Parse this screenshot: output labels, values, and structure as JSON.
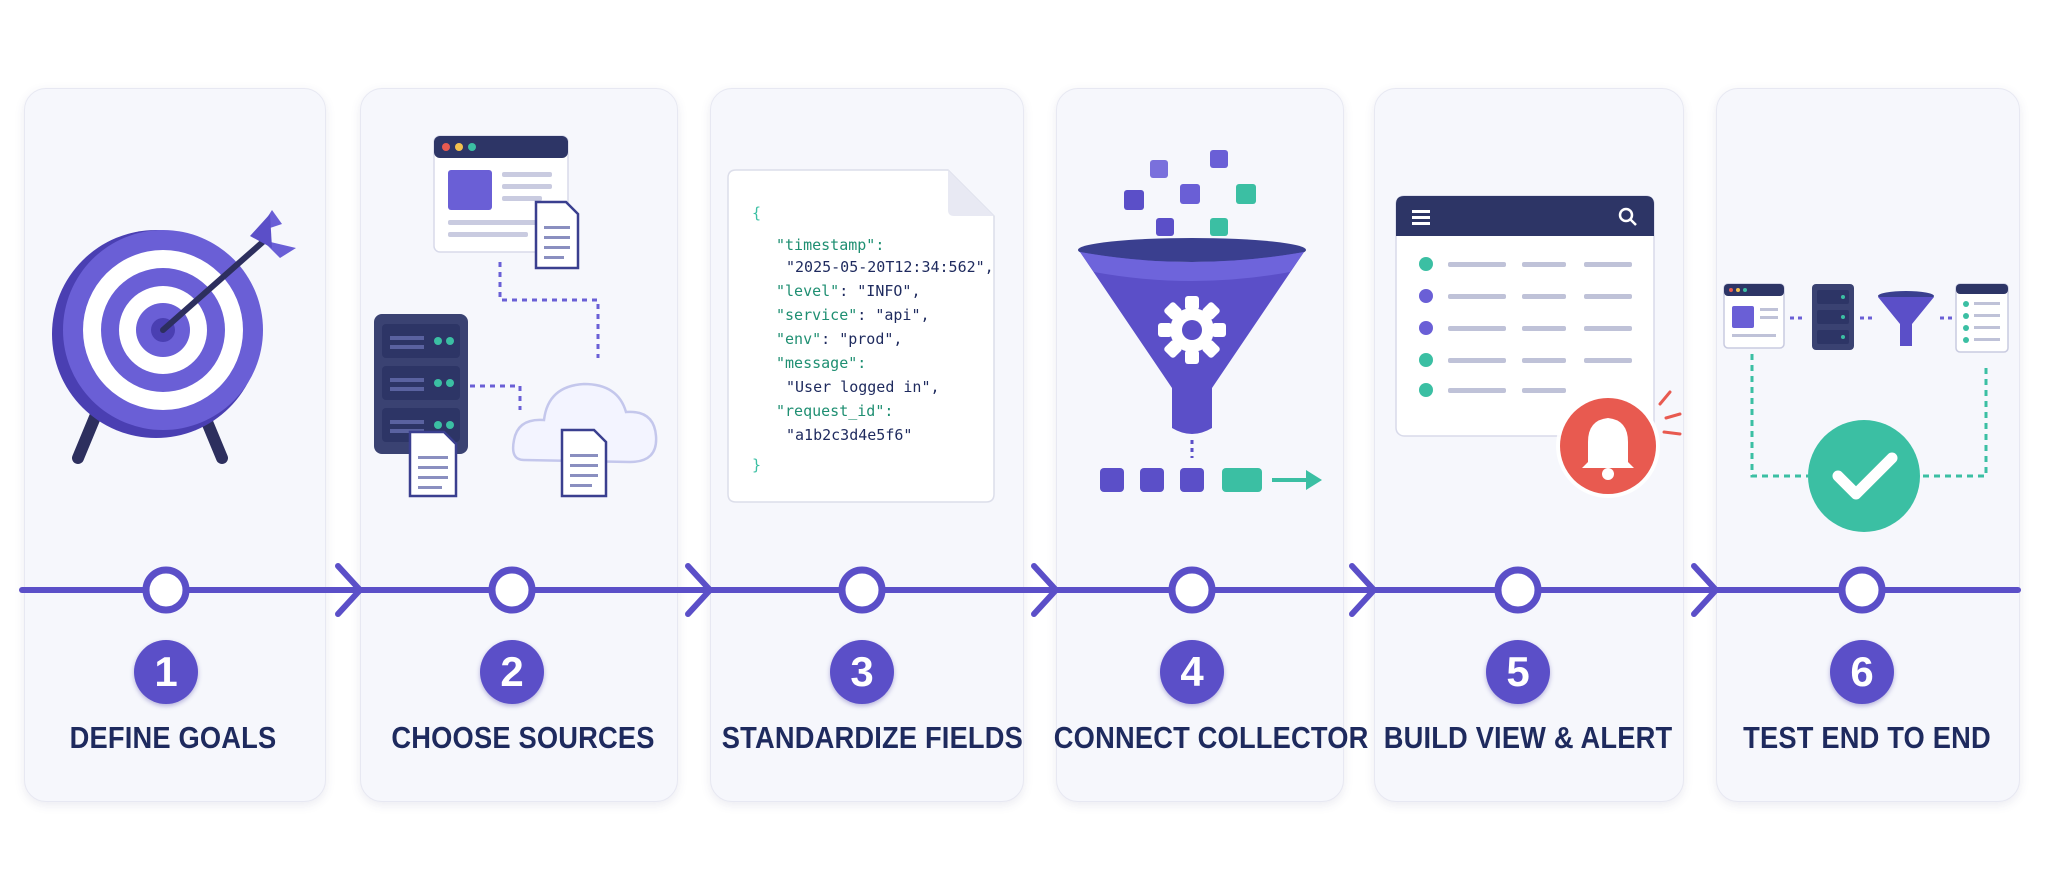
{
  "steps": [
    {
      "number": "1",
      "title": "DEFINE GOALS",
      "illustration": "target-arrow-icon"
    },
    {
      "number": "2",
      "title": "CHOOSE SOURCES",
      "illustration": "sources-icon"
    },
    {
      "number": "3",
      "title": "STANDARDIZE FIELDS",
      "illustration": "json-document-icon"
    },
    {
      "number": "4",
      "title": "CONNECT COLLECTOR",
      "illustration": "funnel-gear-icon"
    },
    {
      "number": "5",
      "title": "BUILD VIEW & ALERT",
      "illustration": "dashboard-bell-icon"
    },
    {
      "number": "6",
      "title": "TEST END TO END",
      "illustration": "pipeline-check-icon"
    }
  ],
  "json_sample": {
    "open": "{",
    "l1": "\"timestamp\":",
    "l2": "\"2025-05-20T12:34:562\",",
    "l3k": "\"level\"",
    "l3v": ": \"INFO\",",
    "l4k": "\"service\"",
    "l4v": ": \"api\",",
    "l5k": "\"env\"",
    "l5v": ": \"prod\",",
    "l6": "\"message\":",
    "l7": "\"User logged in\",",
    "l8": "\"request_id\":",
    "l9": "\"a1b2c3d4e5f6\"",
    "close": "}"
  },
  "colors": {
    "primary": "#5b4fc8",
    "navy": "#1e2a5e",
    "teal": "#3bbfa3",
    "alert_red": "#e85a50",
    "card_bg": "#f6f7fc"
  }
}
